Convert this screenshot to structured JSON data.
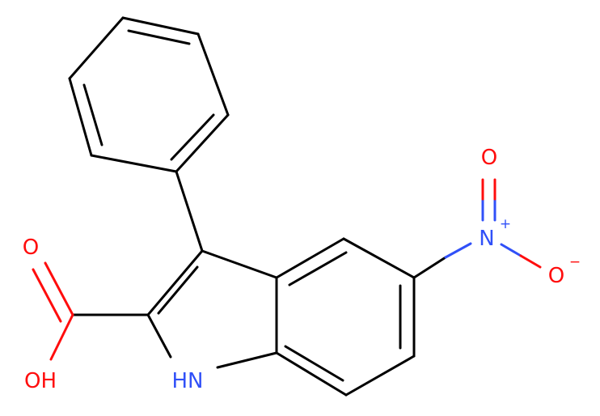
{
  "molecule": {
    "atom_labels": {
      "acid_carbonyl_o": "O",
      "acid_hydroxyl": "OH",
      "indole_nh": "HN",
      "nitro_n": "N",
      "nitro_n_charge": "+",
      "nitro_o_double": "O",
      "nitro_o_single": "O",
      "nitro_o_charge": "−"
    },
    "colors": {
      "bond": "#000000",
      "oxygen": "#ff0d0d",
      "nitrogen": "#3050f8",
      "background": "#ffffff"
    }
  }
}
